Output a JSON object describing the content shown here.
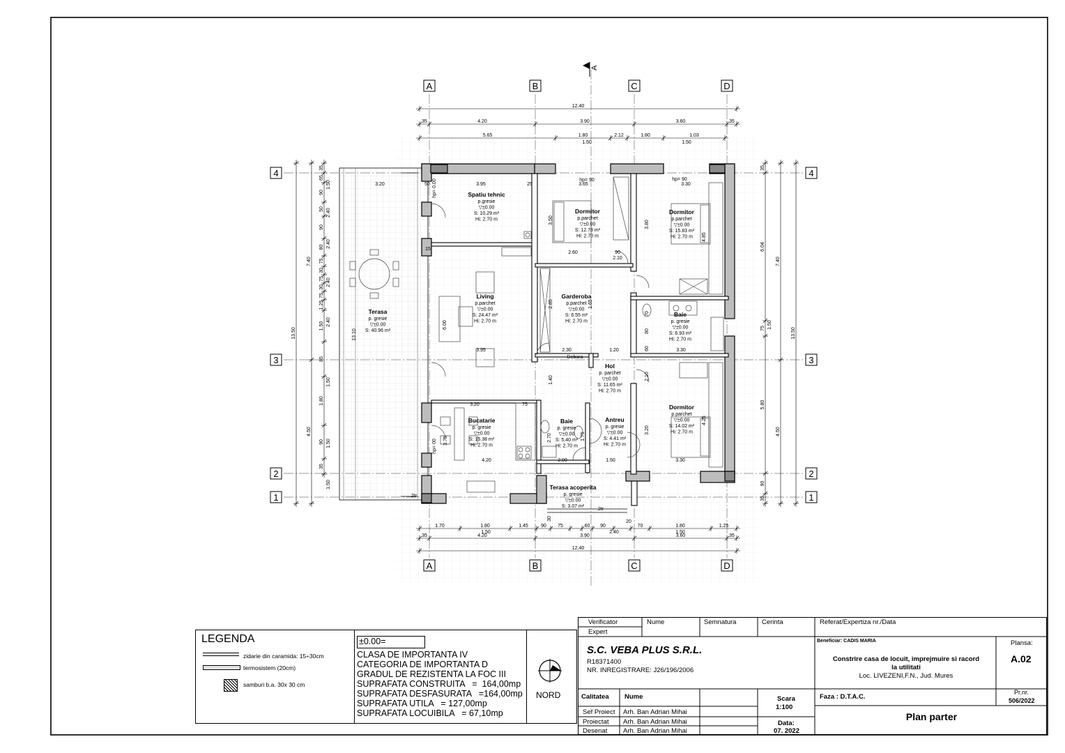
{
  "axes": {
    "cols": [
      "A",
      "B",
      "C",
      "D"
    ],
    "rows": [
      "4",
      "3",
      "2",
      "1"
    ],
    "section_mark": "A"
  },
  "dims_top": {
    "overall": "12.40",
    "row2": [
      "35",
      "4.20",
      "3.90",
      "3.60",
      "35"
    ],
    "row3": [
      "5.65",
      "1.80",
      "2.12",
      "1.80",
      "1.03"
    ],
    "row3b": [
      "1.50",
      "1.50"
    ]
  },
  "dims_bottom": {
    "row1": [
      "1.70",
      "1.80",
      "1.45",
      "90",
      "75",
      "60",
      "90",
      "70",
      "1.80",
      "1.25"
    ],
    "row1b": [
      "1.50",
      "2.40",
      "1.50"
    ],
    "row2": [
      "35",
      "4.20",
      "3.90",
      "3.60",
      "35"
    ],
    "overall": "12.40",
    "small": [
      "20",
      "30"
    ]
  },
  "dims_left": {
    "overall": "13.50",
    "v1": [
      "7.40",
      "4.50"
    ],
    "v2": [
      "35",
      "65",
      "90",
      "50",
      "90",
      "80",
      "75",
      "30",
      "75",
      "30",
      "75",
      "1.25",
      "1.50",
      "85",
      "1.80",
      "90",
      "35"
    ],
    "v3": [
      "1.50",
      "2.40",
      "2.40",
      "2.40",
      "2.40",
      "1.50",
      "1.50",
      "1.50"
    ]
  },
  "dims_right": {
    "overall": "13.50",
    "v1": [
      "7.40",
      "4.50"
    ],
    "v2": [
      "35",
      "6.04",
      "75",
      "5.80",
      "90",
      "35"
    ],
    "v3": [
      "1.50"
    ]
  },
  "rooms": [
    {
      "name": "Spatiu tehnic",
      "lines": [
        "p.gresie",
        "▽±0.00",
        "S: 10.29 m²",
        "Hi: 2.70 m"
      ]
    },
    {
      "name": "Dormitor",
      "lines": [
        "p.parchet",
        "▽±0.00",
        "S: 12.78 m²",
        "Hi: 2.70 m"
      ]
    },
    {
      "name": "Dormitor",
      "lines": [
        "p.parchet",
        "▽±0.00",
        "S: 15.83 m²",
        "Hi: 2.70 m"
      ]
    },
    {
      "name": "Living",
      "lines": [
        "p.parchet",
        "▽±0.00",
        "S: 24.47 m²",
        "Hi: 2.70 m"
      ]
    },
    {
      "name": "Garderoba",
      "lines": [
        "p.parchet",
        "▽±0.00",
        "S: 6.55 m²",
        "Hi: 2.70 m"
      ]
    },
    {
      "name": "Baie",
      "lines": [
        "p. gresie",
        "▽±0.00",
        "S: 6.93 m²",
        "Hi: 2.70 m"
      ]
    },
    {
      "name": "Terasa",
      "lines": [
        "p. gresie",
        "▽±0.00",
        "S: 40.96 m²"
      ]
    },
    {
      "name": "Hol",
      "lines": [
        "p. parchet",
        "▽±0.00",
        "S: 11.65 m²",
        "Hi: 2.70 m"
      ]
    },
    {
      "name": "Dormitor",
      "lines": [
        "p.parchet",
        "▽±0.00",
        "S: 14.02 m²",
        "Hi: 2.70 m"
      ]
    },
    {
      "name": "Bucatarie",
      "lines": [
        "p. gresie",
        "▽±0.00",
        "S: 15.38 m²",
        "Hi: 2.70 m"
      ]
    },
    {
      "name": "Baie",
      "lines": [
        "p. gresie",
        "▽±0.00",
        "S: 5.40 m²",
        "Hi: 2.70 m"
      ]
    },
    {
      "name": "Antreu",
      "lines": [
        "p. gresie",
        "▽±0.00",
        "S: 4.41 m²",
        "Hi: 2.70 m"
      ]
    },
    {
      "name": "Terasa acoperita",
      "lines": [
        "p. gresie",
        "▽±0.00",
        "S: 3.07 m²"
      ]
    }
  ],
  "inner_dims": {
    "a": "3.95",
    "b": "3.65",
    "c": "3.30",
    "d": "3.20",
    "e": "2.60",
    "f": "2.10",
    "g": "3.95",
    "h": "2.30",
    "i": "1.20",
    "j": "3.30",
    "k": "3.20",
    "l": "75",
    "m": "4.20",
    "n": "2.00",
    "o": "1.50",
    "p": "3.30",
    "q": "90",
    "r": "25",
    "s": "50",
    "t": "15",
    "u": "hp= 90",
    "v": "Debara",
    "w": "2tr",
    "x": "6.00",
    "y": "3.80",
    "z": "4.85",
    "aa": "2.85",
    "ab": "1.65",
    "ac": "1.40",
    "ad": "3.75",
    "ae": "2.70",
    "af": "1.75",
    "ag": "3.20",
    "ah": "4.25",
    "ai": "13.10",
    "aj": "2.10",
    "ak": "60",
    "al": "70",
    "am": "80",
    "an": "3.50",
    "ao": "2tr",
    "ap": "hp= 0.00",
    "aq": "hp= 90",
    "ar": "hp= 00"
  },
  "legend": {
    "title": "LEGENDA",
    "items": [
      "zidarie din caramida: 15÷30cm",
      "termosistem (20cm)",
      "samburi b.a. 30x 30 cm"
    ]
  },
  "info": {
    "level": "±0.00=",
    "lines": [
      "CLASA DE IMPORTANTA IV",
      "CATEGORIA DE IMPORTANTA D",
      "GRADUL DE REZISTENTA LA FOC III",
      "SUPRAFATA CONSTRUITA   =  164,00mp",
      "SUPRAFATA DESFASURATA   =164,00mp",
      "SUPRAFATA UTILA   = 127,00mp",
      "SUPRAFATA LOCUIBILA   = 67,10mp"
    ]
  },
  "north": "NORD",
  "titleblock": {
    "verificator": "Verificator",
    "expert": "Expert",
    "nume": "Nume",
    "semnatura": "Semnatura",
    "cerinta": "Cerinta",
    "referat": "Referat/Expertiza nr./Data",
    "company": "S.C. VEBA PLUS S.R.L.",
    "reg1": "R18371400",
    "reg2": "NR. INREGISTRARE: J26/196/2006",
    "calitatea": "Calitatea",
    "nume2": "Nume",
    "scara_label": "Scara",
    "scara": "1:100",
    "data_label": "Data:",
    "data": "07. 2022",
    "roles": [
      "Sef Proiect",
      "Proiectat",
      "Desenat"
    ],
    "persons": [
      "Arh. Ban Adrian Mihai",
      "Arh. Ban Adrian Mihai",
      "Arh. Ban Adrian Mihai"
    ],
    "beneficiar_label": "Beneficiar:",
    "beneficiar": "CADIS MARIA",
    "project1": "Constrire casa de locuit, imprejmuire si racord",
    "project2": "la utilitati",
    "project3": "Loc. LIVEZENI,F.N., Jud. Mures",
    "faza": "Faza : D.T.A.C.",
    "plansa_label": "Plansa:",
    "plansa": "A.02",
    "prnr_label": "Pr.nr.",
    "prnr": "506/2022",
    "plan_title": "Plan parter"
  },
  "colors": {
    "wall": "#bdbdbd",
    "line": "#000000",
    "grid": "#9a9a9a",
    "tile": "#d9d9d9"
  }
}
